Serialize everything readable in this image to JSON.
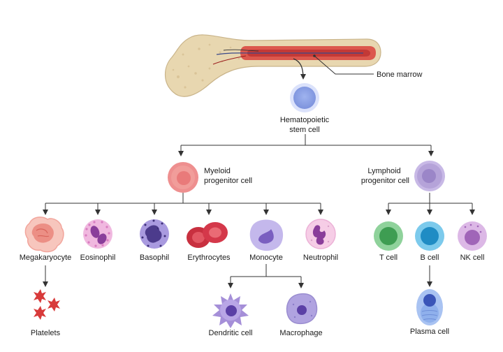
{
  "bone_marrow_label": "Bone marrow",
  "nodes": {
    "hsc": {
      "line1": "Hematopoietic",
      "line2": "stem cell"
    },
    "myeloid": {
      "line1": "Myeloid",
      "line2": "progenitor cell"
    },
    "lymphoid": {
      "line1": "Lymphoid",
      "line2": "progenitor cell"
    },
    "megakaryocyte": "Megakaryocyte",
    "eosinophil": "Eosinophil",
    "basophil": "Basophil",
    "erythrocytes": "Erythrocytes",
    "monocyte": "Monocyte",
    "neutrophil": "Neutrophil",
    "t_cell": "T cell",
    "b_cell": "B cell",
    "nk_cell": "NK cell",
    "platelets": "Platelets",
    "dendritic": "Dendritic cell",
    "macrophage": "Macrophage",
    "plasma": "Plasma cell"
  },
  "colors": {
    "hsc": "#8fa6e6",
    "myeloid": "#ee8f8f",
    "lymphoid": "#b5a3d9",
    "megakaryocyte": "#f2a59c",
    "eosinophil": "#e7a0d2",
    "basophil": "#8d7bc4",
    "erythrocyte": "#d4384a",
    "monocyte": "#a597d8",
    "neutrophil": "#ecb2d7",
    "t_cell": "#6cc07d",
    "b_cell": "#4ab0dc",
    "nk_cell": "#c59bd6",
    "platelet": "#d83a3a",
    "dendritic": "#a58fd8",
    "macrophage": "#9a8dd0",
    "plasma": "#8fb0ec",
    "bone": "#e8d7b0",
    "marrow": "#d9473f"
  }
}
